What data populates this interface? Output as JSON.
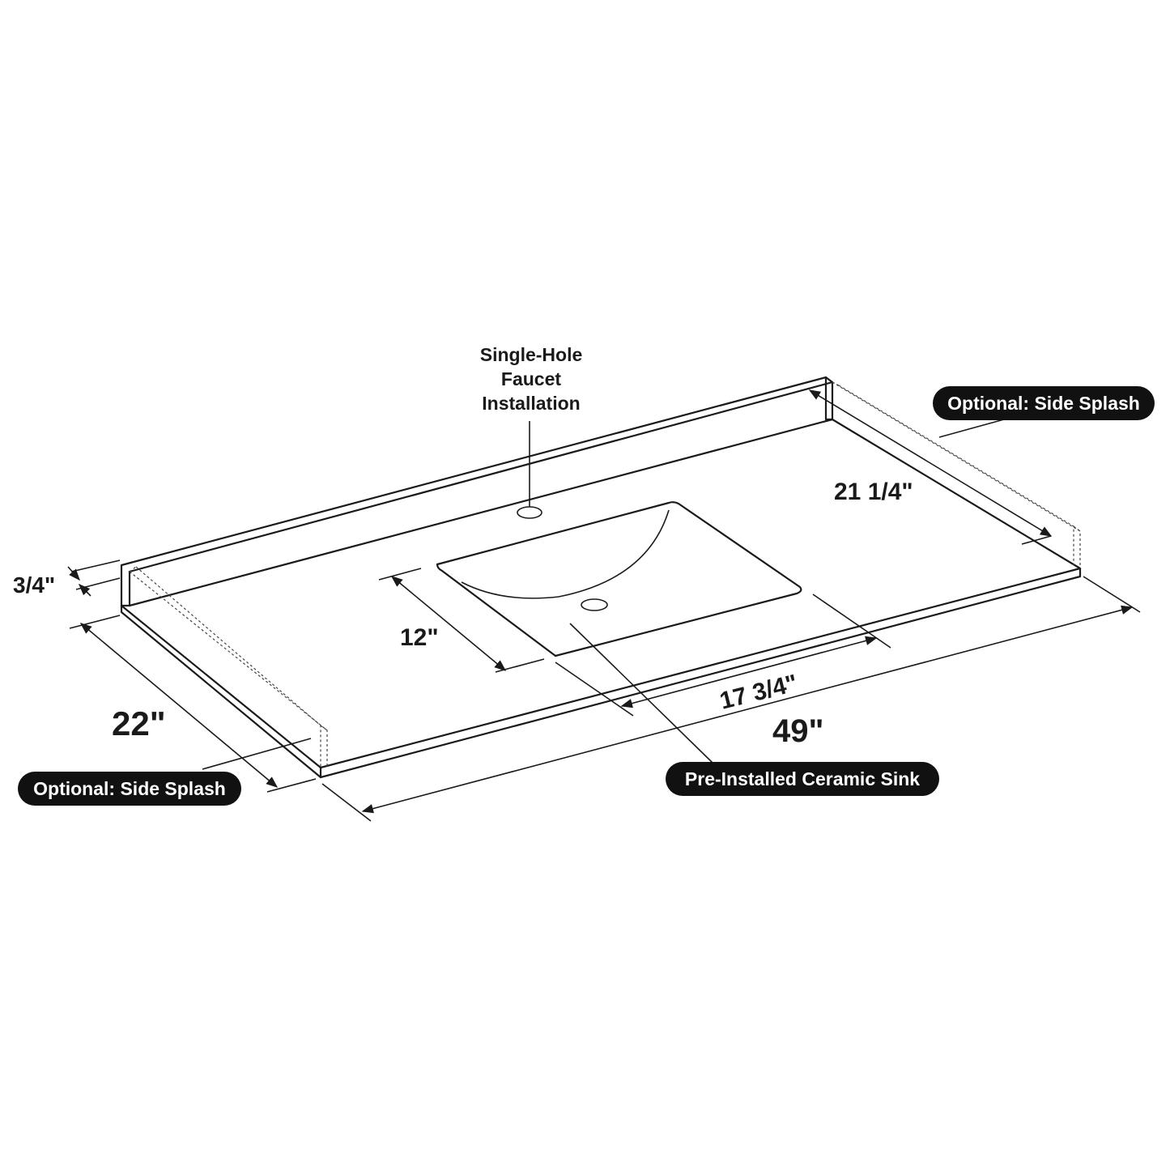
{
  "callouts": {
    "faucet_line1": "Single-Hole",
    "faucet_line2": "Faucet",
    "faucet_line3": "Installation",
    "side_splash_right": "Optional: Side Splash",
    "side_splash_left": "Optional: Side Splash",
    "sink": "Pre-Installed Ceramic Sink"
  },
  "dimensions": {
    "thickness": "3/4\"",
    "depth": "22\"",
    "width": "49\"",
    "inner_depth": "21 1/4\"",
    "sink_depth": "12\"",
    "sink_offset": "17 3/4\""
  }
}
